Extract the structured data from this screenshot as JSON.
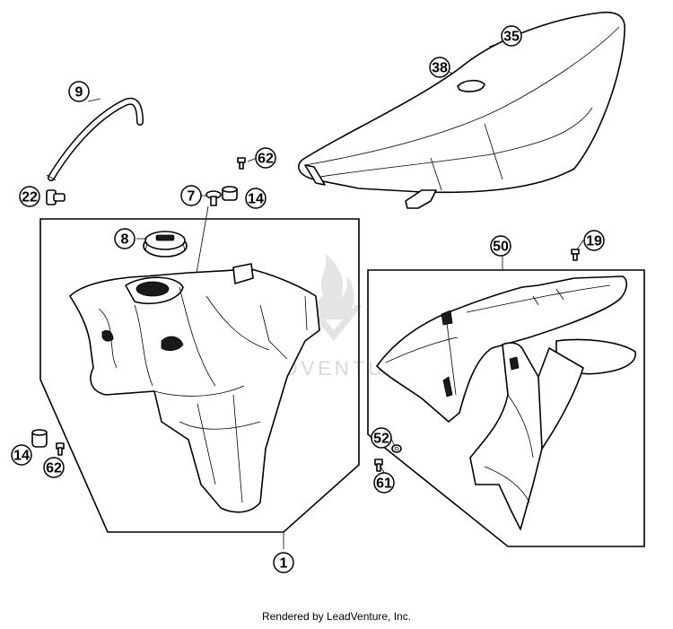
{
  "footer_text": "Rendered by LeadVenture, Inc.",
  "watermark": {
    "brand_text": "LEADVENTURE"
  },
  "callouts": [
    {
      "id": "c35",
      "label": "35"
    },
    {
      "id": "c38",
      "label": "38"
    },
    {
      "id": "c9",
      "label": "9"
    },
    {
      "id": "c62a",
      "label": "62"
    },
    {
      "id": "c22",
      "label": "22"
    },
    {
      "id": "c7",
      "label": "7"
    },
    {
      "id": "c14a",
      "label": "14"
    },
    {
      "id": "c8",
      "label": "8"
    },
    {
      "id": "c50",
      "label": "50"
    },
    {
      "id": "c19",
      "label": "19"
    },
    {
      "id": "c14b",
      "label": "14"
    },
    {
      "id": "c62b",
      "label": "62"
    },
    {
      "id": "c52",
      "label": "52"
    },
    {
      "id": "c61",
      "label": "61"
    },
    {
      "id": "c1",
      "label": "1"
    }
  ],
  "parts": [
    {
      "id": "seat",
      "name": "seat"
    },
    {
      "id": "seat-patch",
      "name": "seat-patch"
    },
    {
      "id": "breather-hose",
      "name": "breather-hose"
    },
    {
      "id": "hose-fitting",
      "name": "hose-fitting"
    },
    {
      "id": "screw-top",
      "name": "screw"
    },
    {
      "id": "fuel-valve",
      "name": "fuel-valve"
    },
    {
      "id": "spacer-top",
      "name": "spacer"
    },
    {
      "id": "fuel-cap",
      "name": "fuel-cap"
    },
    {
      "id": "fuel-tank",
      "name": "fuel-tank"
    },
    {
      "id": "spacer-left",
      "name": "spacer"
    },
    {
      "id": "screw-left",
      "name": "screw"
    },
    {
      "id": "spoiler-left",
      "name": "spoiler-left"
    },
    {
      "id": "spoiler-right",
      "name": "spoiler-right"
    },
    {
      "id": "screw-right",
      "name": "screw"
    },
    {
      "id": "washer-right",
      "name": "washer"
    },
    {
      "id": "bolt-right",
      "name": "bolt"
    }
  ]
}
